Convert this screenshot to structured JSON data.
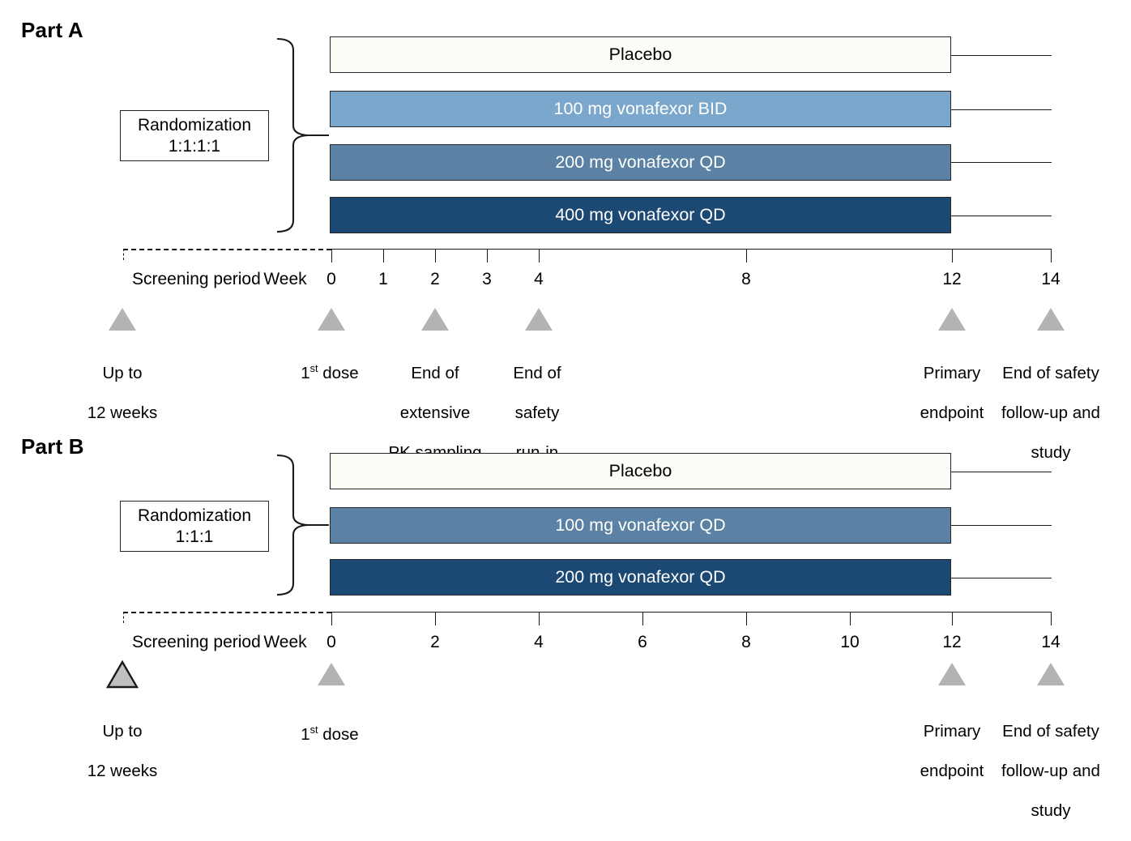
{
  "figure": {
    "type": "clinical-trial-design-schematic",
    "drug": "vonafexor"
  },
  "parts": [
    {
      "id": "part-a",
      "title": "Part A",
      "randomization": {
        "label": "Randomization",
        "ratio": "1:1:1:1"
      },
      "arms": [
        {
          "label": "Placebo",
          "fill": "#FDFCF7",
          "text_color": "#000000"
        },
        {
          "label": "100 mg vonafexor BID",
          "fill": "#7BA7CC",
          "text_color": "#FFFFFF"
        },
        {
          "label": "200 mg vonafexor QD",
          "fill": "#5B82A5",
          "text_color": "#FFFFFF"
        },
        {
          "label": "400 mg vonafexor QD",
          "fill": "#1C4874",
          "text_color": "#FFFFFF"
        }
      ],
      "axis": {
        "unit_label": "Week",
        "screening_label": "Screening period",
        "ticks": [
          "0",
          "1",
          "2",
          "3",
          "4",
          "8",
          "12",
          "14"
        ],
        "tick_weeks": [
          0,
          1,
          2,
          3,
          4,
          8,
          12,
          14
        ]
      },
      "milestones": [
        {
          "marker": "triangle",
          "outlined": false,
          "line1": "Up to",
          "line2": "12 weeks",
          "line3": "",
          "at": "screening"
        },
        {
          "marker": "triangle",
          "outlined": false,
          "line1": "1st dose",
          "line2": "",
          "line3": "",
          "at": "week-0",
          "superscript": "st"
        },
        {
          "marker": "triangle",
          "outlined": false,
          "line1": "End of",
          "line2": "extensive",
          "line3": "PK sampling",
          "at": "week-2"
        },
        {
          "marker": "triangle",
          "outlined": false,
          "line1": "End of",
          "line2": "safety",
          "line3": "run-in",
          "at": "week-4"
        },
        {
          "marker": "triangle",
          "outlined": false,
          "line1": "Primary",
          "line2": "endpoint",
          "line3": "",
          "at": "week-12"
        },
        {
          "marker": "triangle",
          "outlined": false,
          "line1": "End of safety",
          "line2": "follow-up and",
          "line3": "study",
          "at": "week-14"
        }
      ]
    },
    {
      "id": "part-b",
      "title": "Part B",
      "randomization": {
        "label": "Randomization",
        "ratio": "1:1:1"
      },
      "arms": [
        {
          "label": "Placebo",
          "fill": "#FDFCF7",
          "text_color": "#000000"
        },
        {
          "label": "100 mg vonafexor QD",
          "fill": "#5B82A5",
          "text_color": "#FFFFFF"
        },
        {
          "label": "200 mg vonafexor QD",
          "fill": "#1C4874",
          "text_color": "#FFFFFF"
        }
      ],
      "axis": {
        "unit_label": "Week",
        "screening_label": "Screening period",
        "ticks": [
          "0",
          "2",
          "4",
          "6",
          "8",
          "10",
          "12",
          "14"
        ],
        "tick_weeks": [
          0,
          2,
          4,
          6,
          8,
          10,
          12,
          14
        ]
      },
      "milestones": [
        {
          "marker": "triangle",
          "outlined": true,
          "line1": "Up to",
          "line2": "12 weeks",
          "line3": "",
          "at": "screening"
        },
        {
          "marker": "triangle",
          "outlined": false,
          "line1": "1st dose",
          "line2": "",
          "line3": "",
          "at": "week-0",
          "superscript": "st"
        },
        {
          "marker": "triangle",
          "outlined": false,
          "line1": "Primary",
          "line2": "endpoint",
          "line3": "",
          "at": "week-12"
        },
        {
          "marker": "triangle",
          "outlined": false,
          "line1": "End of safety",
          "line2": "follow-up and",
          "line3": "study",
          "at": "week-14"
        }
      ]
    }
  ],
  "colors": {
    "arm_placebo": "#FDFCF7",
    "arm_light_blue": "#7BA7CC",
    "arm_mid_blue": "#5B82A5",
    "arm_dark_blue": "#1C4874",
    "marker_gray": "#B3B3B3",
    "marker_gray_outlined": "#BFBFBF",
    "stroke": "#1A1A1A"
  }
}
